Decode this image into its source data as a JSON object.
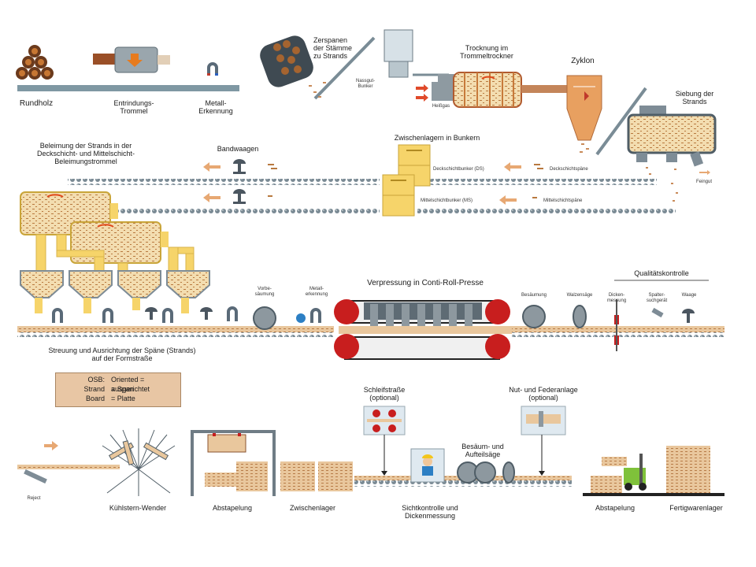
{
  "labels": {
    "rundholz": "Rundholz",
    "entrindungs_trommel": "Entrindungs-\nTrommel",
    "metall_erkennung_top": "Metall-\nErkennung",
    "zerspanen": "Zerspanen\nder Stämme\nzu Strands",
    "nassgutbunker": "Nassgut-\nBunker",
    "trocknung": "Trocknung im\nTrommeltrockner",
    "heissgas": "Heißgas",
    "zyklon": "Zyklon",
    "siebung": "Siebung der\nStrands",
    "feingut": "Feingut",
    "beleimung": "Beleimung der Strands in der\nDeckschicht- und Mittelschicht-\nBeleimungstrommel",
    "bandwaagen": "Bandwaagen",
    "zwischenlagern": "Zwischenlagern in Bunkern",
    "deckschichtbunker": "Deckschichtbunker (DS)",
    "deckschichtspaene": "Deckschichtspäne",
    "mittelschichtbunker": "Mittelschichtbunker (MS)",
    "mittelschichtspaene": "Mittelschichtspäne",
    "vorbesaeumung": "Vorbe-\nsäumung",
    "metallerkennung_mid": "Metall-\nerkennung",
    "verpressung": "Verpressung in Conti-Roll-Presse",
    "besaeumung": "Besäumung",
    "walzensaege": "Walzensäge",
    "qualitaetskontrolle": "Qualitätskontrolle",
    "dickenmessung_small": "Dicken-\nmessung",
    "spaltersuchgeraet": "Spalter-\nsuchgerät",
    "waage": "Waage",
    "streuung": "Streuung und Ausrichtung der Späne (Strands)\nauf der Formstraße",
    "schleifstrasse": "Schleifstraße\n(optional)",
    "nut_feder": "Nut- und Federanlage\n(optional)",
    "besaeum_aufteil": "Besäum- und\nAufteilsäge",
    "reject": "Reject",
    "kuehlstern": "Kühlstern-Wender",
    "abstapelung_left": "Abstapelung",
    "zwischenlager": "Zwischenlager",
    "sichtkontrolle": "Sichtkontrolle und\nDickenmessung",
    "abstapelung_right": "Abstapelung",
    "fertigwarenlager": "Fertigwarenlager"
  },
  "legend": [
    {
      "key": "OSB:",
      "value": "Oriented = ausgerichtet"
    },
    {
      "key": "Strand",
      "value": "= Span"
    },
    {
      "key": "Board",
      "value": "= Platte"
    }
  ],
  "colors": {
    "conveyor": "#6f8a96",
    "wood": "#c98b5a",
    "woodDark": "#8a5330",
    "bunker": "#f6d46a",
    "drum": "#e8c27c",
    "press": "#c81e1e",
    "steel": "#7e8c96",
    "arrow": "#e7a873",
    "legend": "#e8c6a4"
  }
}
